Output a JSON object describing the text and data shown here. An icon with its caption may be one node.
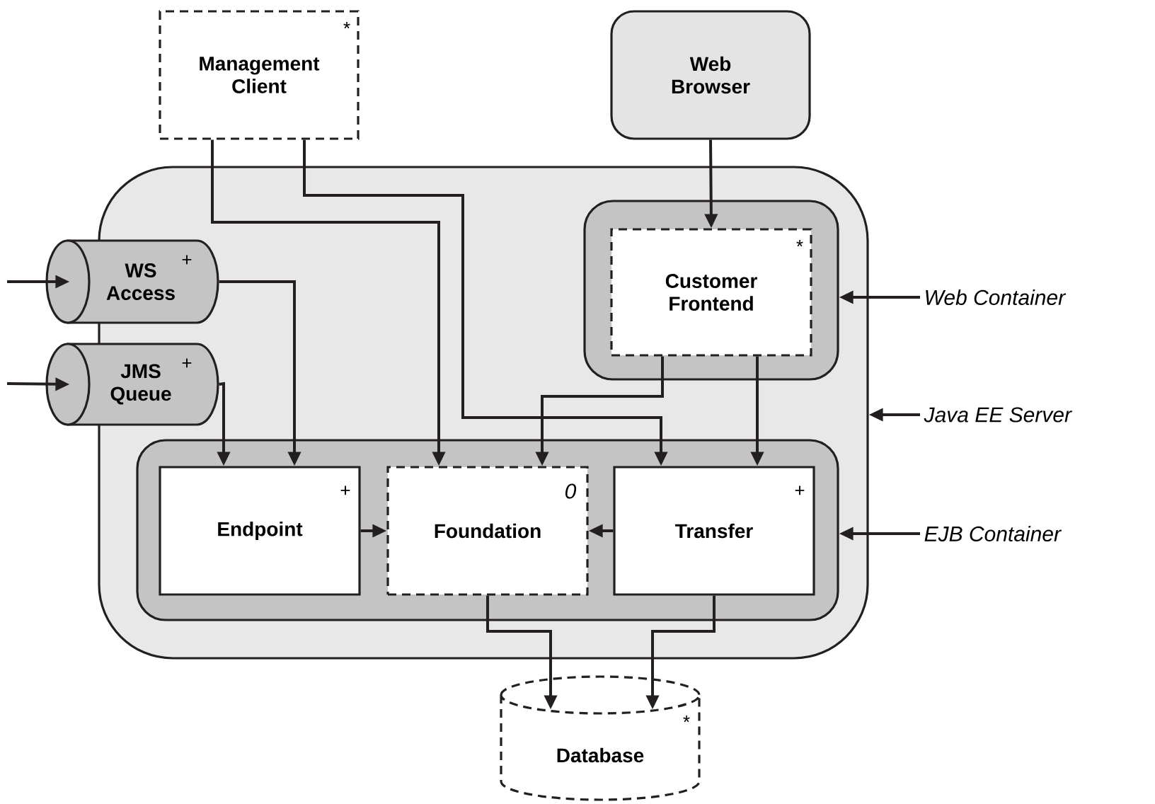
{
  "diagram": {
    "nodes": [
      {
        "text": [
          "Management Client",
          "*"
        ]
      },
      {
        "text": [
          "Web Browser"
        ]
      },
      {
        "text": [],
        "shape": "box"
      },
      {
        "text": [
          "WS Access",
          "+"
        ]
      },
      {
        "text": [
          "JMS Queue",
          "+"
        ]
      },
      {
        "text": [],
        "shape": "box",
        "in": 2
      },
      {
        "text": [
          "Customer Frontend",
          "*"
        ],
        "in": 5
      },
      {
        "text": [],
        "shape": "box",
        "in": 2
      },
      {
        "text": [
          "Endpoint",
          "+"
        ],
        "in": 7
      },
      {
        "text": [
          "Foundation",
          "0"
        ],
        "in": 7
      },
      {
        "text": [
          "Transfer",
          "+"
        ],
        "in": 7
      },
      {
        "text": [
          "Database",
          "*"
        ]
      },
      {
        "text": [
          "Web Container"
        ]
      },
      {
        "text": [
          "Java EE Server"
        ]
      },
      {
        "text": [
          "EJB Container"
        ]
      }
    ],
    "edges": [
      {
        "from": null,
        "to": 3,
        "arrow": "to"
      },
      {
        "from": null,
        "to": 4,
        "arrow": "to"
      },
      {
        "from": 0,
        "to": 9,
        "arrow": "to"
      },
      {
        "from": 0,
        "to": 10,
        "arrow": "to"
      },
      {
        "from": 1,
        "to": 6,
        "arrow": "to"
      },
      {
        "from": 3,
        "to": 8,
        "arrow": "to"
      },
      {
        "from": 4,
        "to": 8,
        "arrow": "to"
      },
      {
        "from": 6,
        "to": 9,
        "arrow": "to"
      },
      {
        "from": 6,
        "to": 10,
        "arrow": "to"
      },
      {
        "from": 8,
        "to": 9,
        "arrow": "to"
      },
      {
        "from": 10,
        "to": 9,
        "arrow": "to"
      },
      {
        "from": 9,
        "to": 11,
        "arrow": "to"
      },
      {
        "from": 10,
        "to": 11,
        "arrow": "to"
      },
      {
        "from": 12,
        "to": 5,
        "arrow": "to"
      },
      {
        "from": 13,
        "to": 2,
        "arrow": "to"
      },
      {
        "from": 14,
        "to": 7,
        "arrow": "to"
      }
    ]
  }
}
